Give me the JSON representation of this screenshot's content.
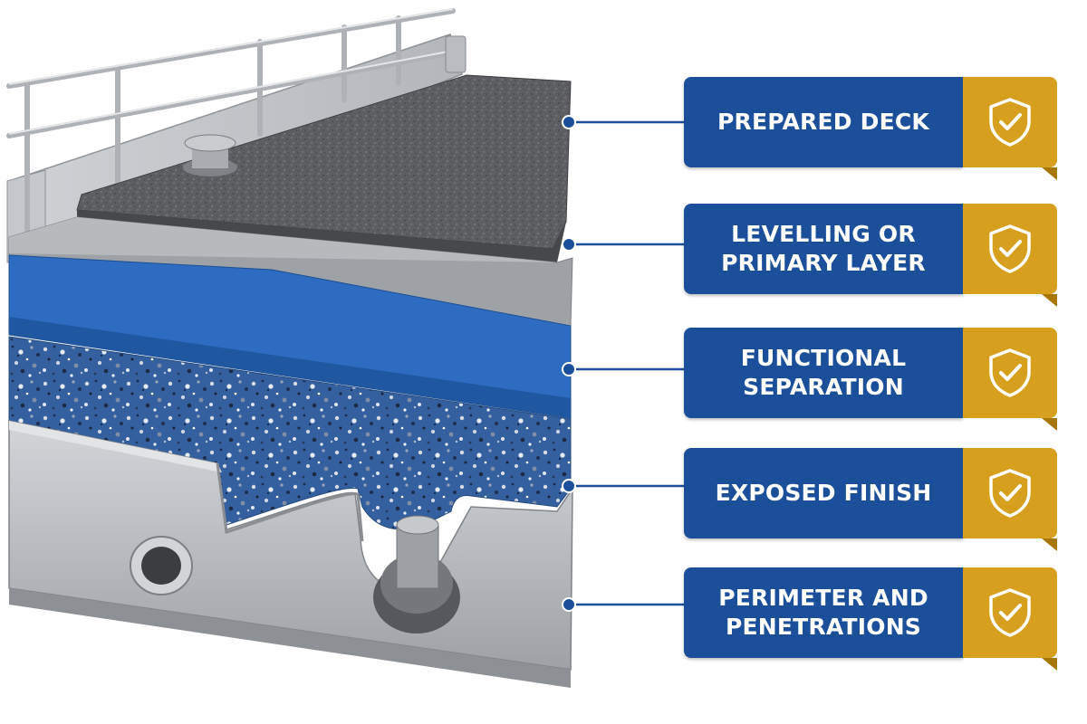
{
  "labels": [
    {
      "text": "PREPARED DECK"
    },
    {
      "text": "LEVELLING OR\nPRIMARY LAYER"
    },
    {
      "text": "FUNCTIONAL\nSEPARATION"
    },
    {
      "text": "EXPOSED FINISH"
    },
    {
      "text": "PERIMETER AND\nPENETRATIONS"
    }
  ],
  "badge_icon": "shield-check-icon",
  "colors": {
    "label_blue": "#1b4f9a",
    "badge_gold": "#d6a01e",
    "connector": "#1b4f9a",
    "asphalt": "#5b5c5e",
    "primary_grey": "#9ea2a6",
    "membrane_blue": "#2d6cc0",
    "speckle_blue": "#3b68a8",
    "steel": "#b8bcc0"
  }
}
